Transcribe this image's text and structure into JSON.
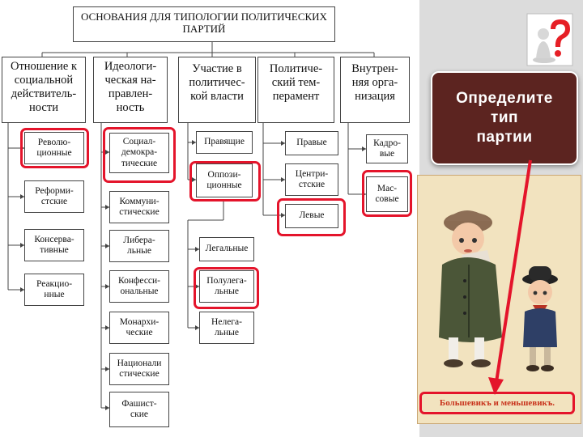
{
  "diagram": {
    "title": "ОСНОВАНИЯ ДЛЯ ТИПОЛОГИИ ПОЛИТИЧЕСКИХ\nПАРТИЙ",
    "categories": [
      {
        "label": "Отношение к\nсоциальной\nдействитель-\nности",
        "items": [
          "Револю-\nционные",
          "Реформи-\nстские",
          "Консерва-\nтивные",
          "Реакцио-\nнные"
        ]
      },
      {
        "label": "Идеологи-\nческая на-\nправлен-\nность",
        "items": [
          "Социал-\nдемокра-\nтические",
          "Коммуни-\nстические",
          "Либера-\nльные",
          "Конфесси-\nональные",
          "Монархи-\nческие",
          "Национали\nстические",
          "Фашист-\nские"
        ]
      },
      {
        "label": "Участие в\nполитичес-\nкой власти",
        "items": [
          "Правящие",
          "Оппози-\nционные",
          "Легальные",
          "Полулега-\nльные",
          "Нелега-\nльные"
        ]
      },
      {
        "label": "Политиче-\nский тем-\nперамент",
        "items": [
          "Правые",
          "Центри-\nстские",
          "Левые"
        ]
      },
      {
        "label": "Внутрен-\nняя орга-\nнизация",
        "items": [
          "Кадро-\nвые",
          "Мас-\nсовые"
        ]
      }
    ]
  },
  "question_label": "Определите\nтип\nпартии",
  "postcard_caption": "Большевикъ и меньшевикъ.",
  "colors": {
    "highlight": "#e4142b",
    "question_bg": "#5c2420",
    "card_bg": "#f2e3bf"
  }
}
